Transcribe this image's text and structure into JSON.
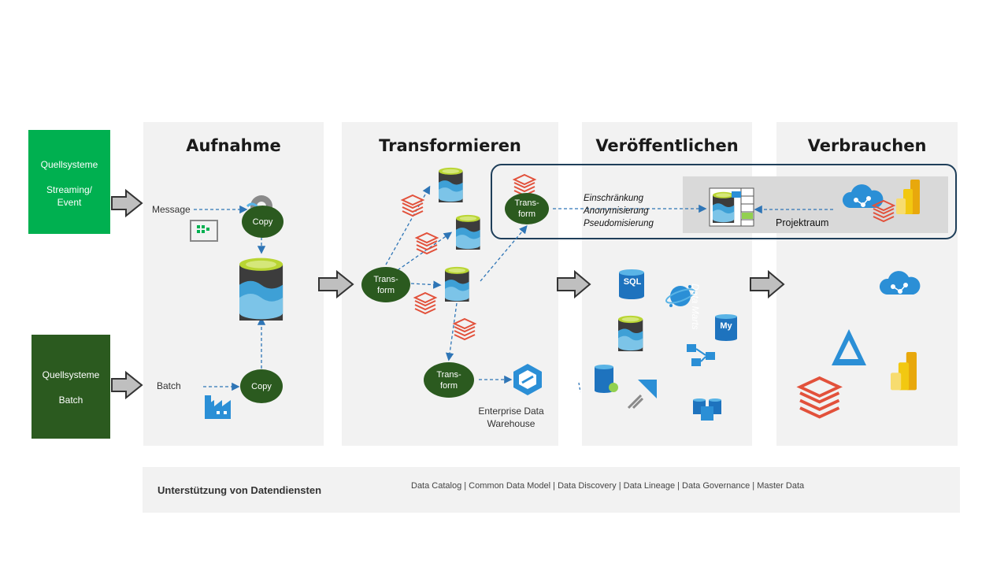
{
  "colors": {
    "streaming_box": "#00b050",
    "batch_box": "#2b5a1f",
    "panel_bg": "#f2f2f2",
    "transform_oval": "#2b5a1f",
    "arrow_blue": "#2e75b6",
    "highlight_border": "#1f3f5a",
    "databricks_red": "#e2513b",
    "azure_blue": "#2b8fd6"
  },
  "sources": {
    "streaming": {
      "line1": "Quellsysteme",
      "line2": "Streaming/",
      "line3": "Event"
    },
    "batch": {
      "line1": "Quellsysteme",
      "line2": "Batch"
    }
  },
  "stages": {
    "ingest": "Aufnahme",
    "transform": "Transformieren",
    "publish": "Veröffentlichen",
    "consume": "Verbrauchen"
  },
  "ingest": {
    "message_label": "Message",
    "batch_label": "Batch",
    "copy_top": "Copy",
    "copy_bottom": "Copy"
  },
  "transform": {
    "oval_main": {
      "line1": "Trans-",
      "line2": "form"
    },
    "oval_bottom": {
      "line1": "Trans-",
      "line2": "form"
    },
    "oval_project": {
      "line1": "Trans-",
      "line2": "form"
    },
    "edw_line1": "Enterprise Data",
    "edw_line2": "Warehouse"
  },
  "project": {
    "restrictions": [
      "Einschränkung",
      "Anonymisierung",
      "Pseudomisierung"
    ],
    "space_label": "Projektraum"
  },
  "publish": {
    "data_marts": "Data Marts",
    "sql_label": "SQL",
    "mysql_label": "My"
  },
  "footer": {
    "title": "Unterstützung von Datendiensten",
    "services": "Data Catalog | Common Data Model  |  Data Discovery  |  Data Lineage  |  Data Governance  |  Master Data"
  }
}
